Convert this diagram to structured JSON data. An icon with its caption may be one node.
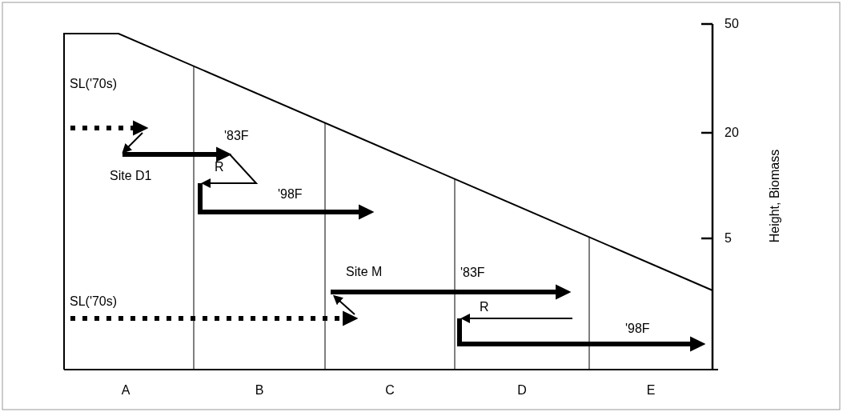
{
  "diagram": {
    "labels": [
      "50",
      "SL('70s)",
      "'83F",
      "20",
      "Site D1",
      "R",
      "'98F",
      "5",
      "Height, Biomass",
      "Site M",
      "'83F",
      "SL('70s)",
      "R",
      "'98F",
      "A",
      "B",
      "C",
      "D",
      "E"
    ]
  }
}
